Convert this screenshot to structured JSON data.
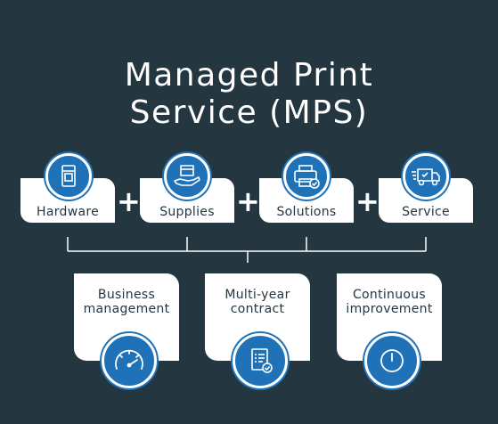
{
  "title": "Managed Print\nService (MPS)",
  "top_items": [
    {
      "label": "Hardware",
      "icon": "printer-cartridge-icon"
    },
    {
      "label": "Supplies",
      "icon": "hand-box-icon"
    },
    {
      "label": "Solutions",
      "icon": "printer-check-icon"
    },
    {
      "label": "Service",
      "icon": "delivery-truck-icon"
    }
  ],
  "plus_sign": "+",
  "bottom_items": [
    {
      "label": "Business\nmanagement",
      "icon": "gauge-icon"
    },
    {
      "label": "Multi-year\ncontract",
      "icon": "contract-document-icon"
    },
    {
      "label": "Continuous\nimprovement",
      "icon": "clock-icon"
    }
  ],
  "colors": {
    "background": "#243640",
    "accent": "#1f72b8",
    "card": "#ffffff",
    "line": "#ffffff"
  }
}
